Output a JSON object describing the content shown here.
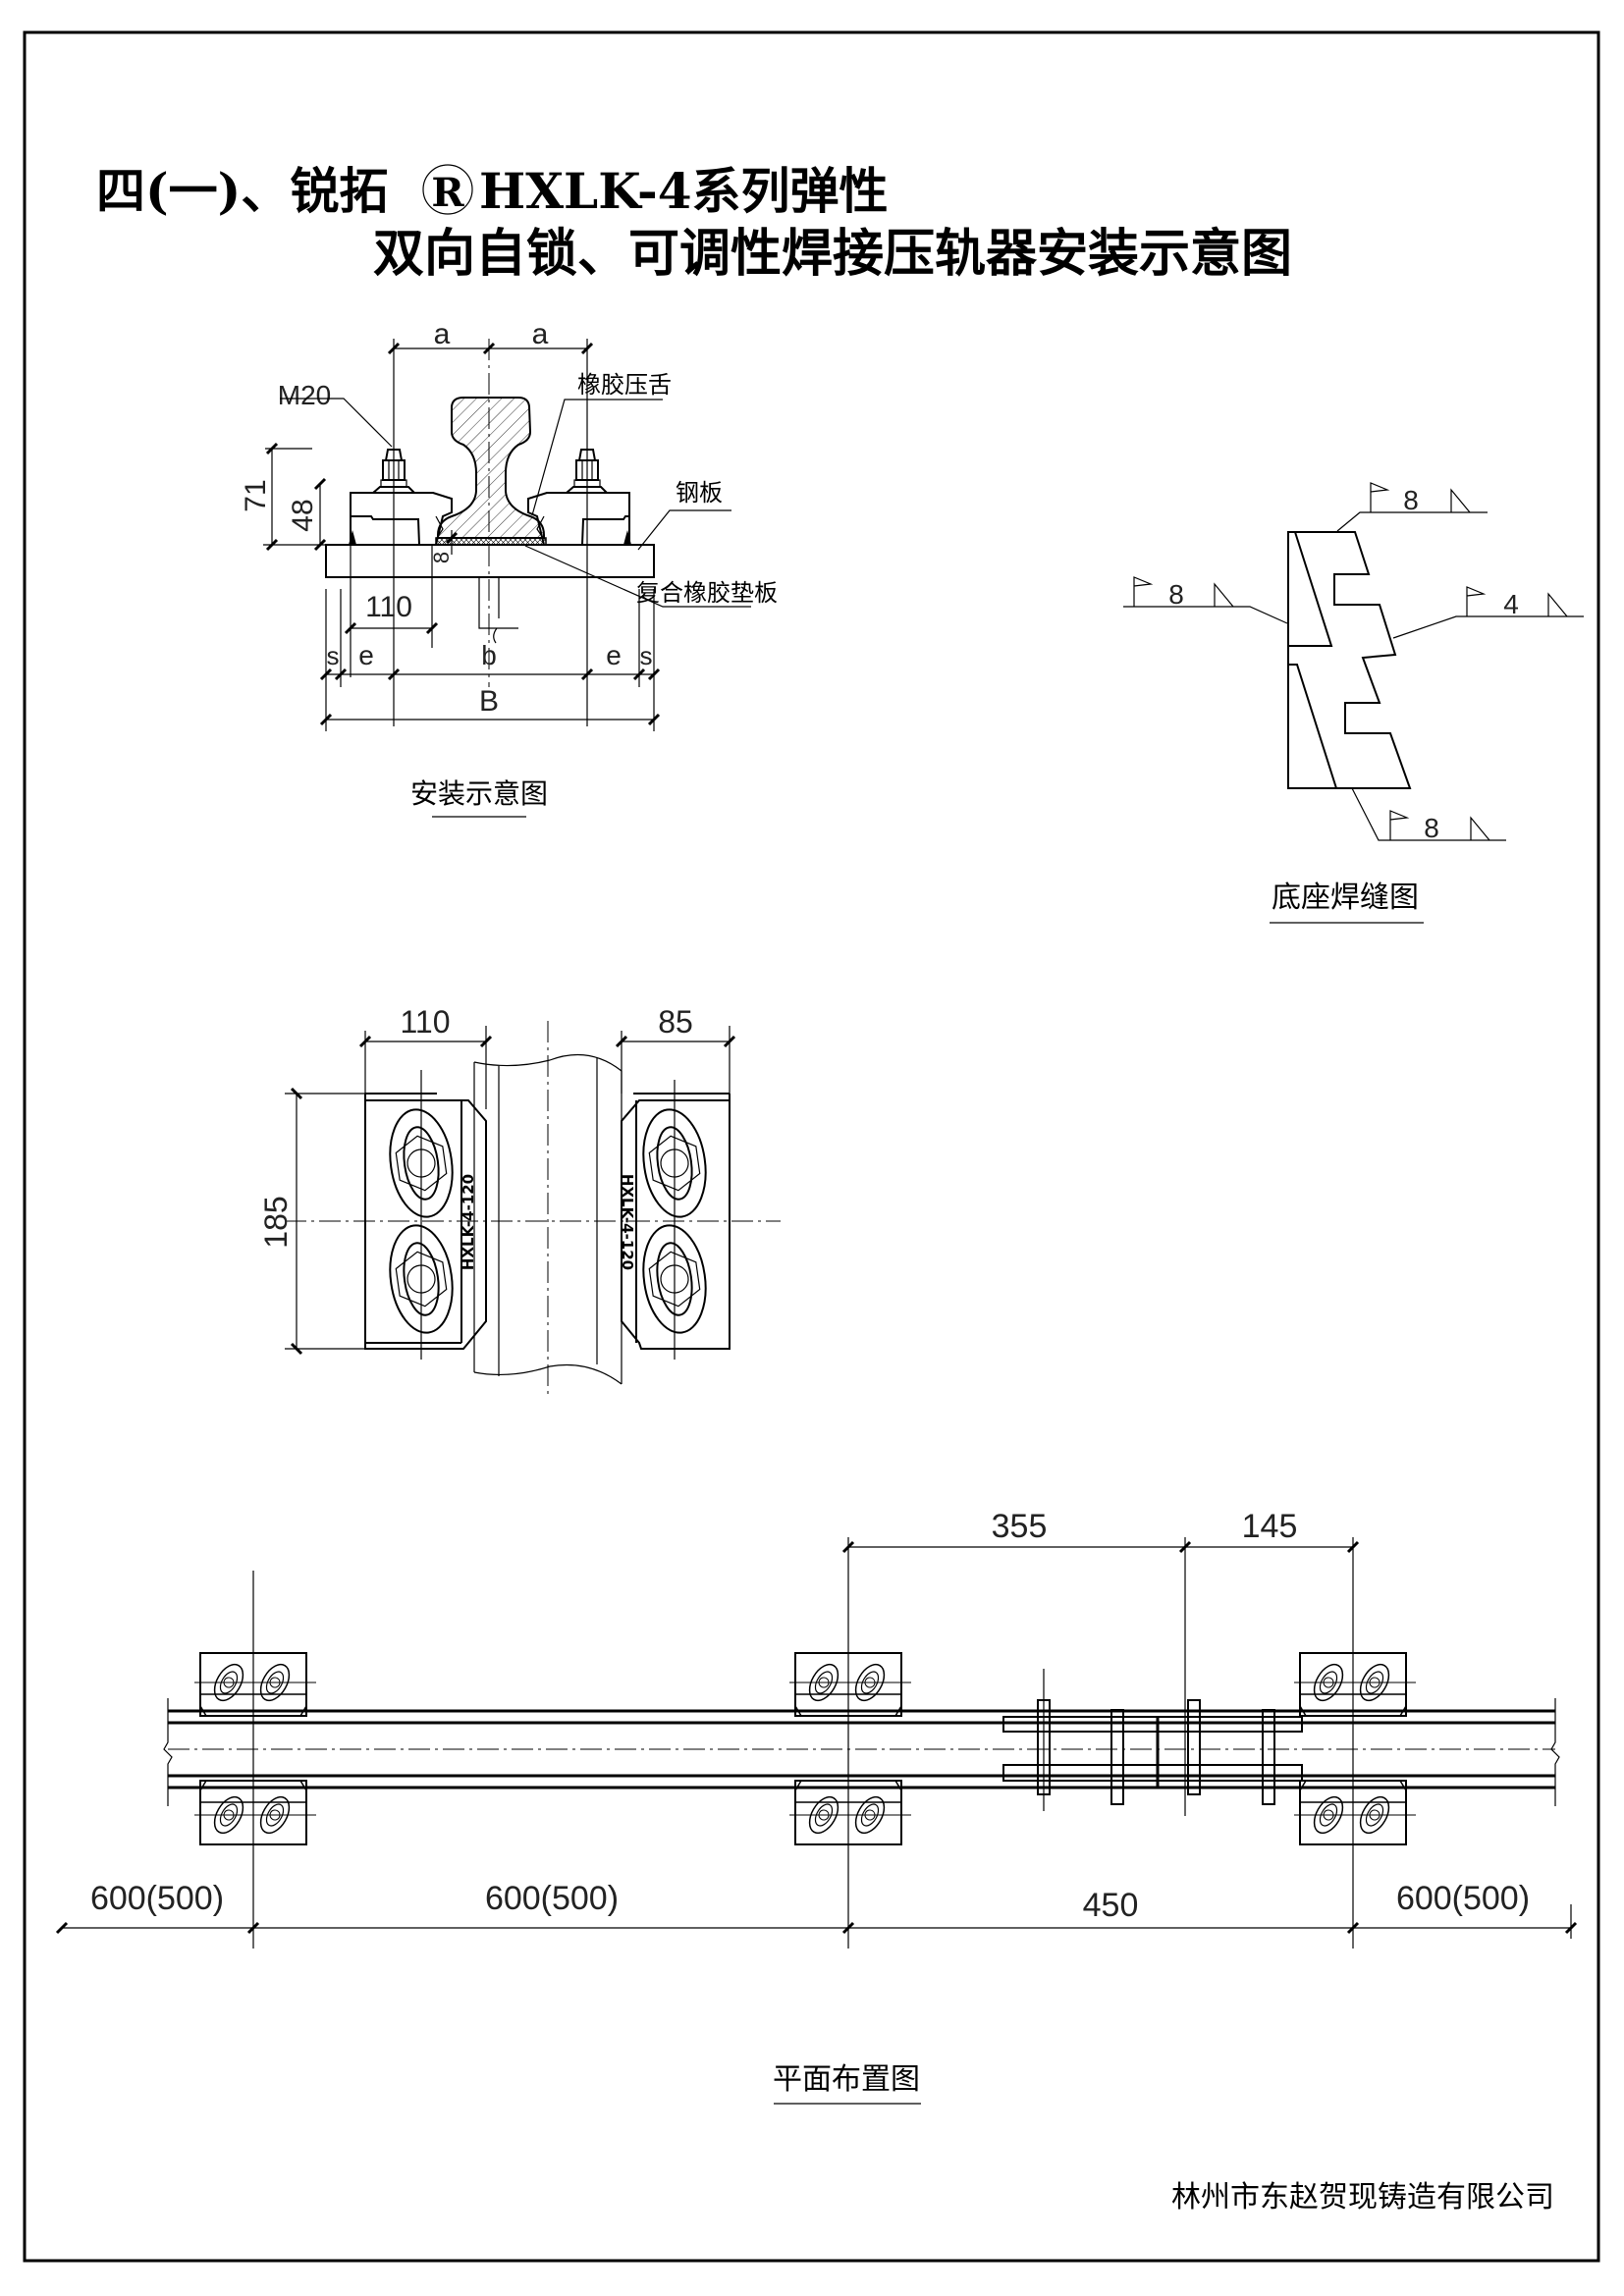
{
  "title": {
    "line1_prefix": "四(一)、锐拓",
    "registered_mark": "R",
    "line1_suffix": "HXLK-4系列弹性",
    "line2": "双向自锁、可调性焊接压轨器安装示意图"
  },
  "install_view": {
    "caption": "安装示意图",
    "bolt_label": "M20",
    "rubber_tongue_label": "橡胶压舌",
    "steel_plate_label": "钢板",
    "composite_pad_label": "复合橡胶垫板",
    "dim_a_left": "a",
    "dim_a_right": "a",
    "dim_71": "71",
    "dim_48": "48",
    "dim_8": "8",
    "dim_110": "110",
    "dim_s_left": "s",
    "dim_e_left": "e",
    "dim_b": "b",
    "dim_e_right": "e",
    "dim_s_right": "s",
    "dim_B": "B"
  },
  "weld_view": {
    "caption": "底座焊缝图",
    "weld_top": "8",
    "weld_left": "8",
    "weld_right": "4",
    "weld_bottom": "8"
  },
  "top_view": {
    "dim_110": "110",
    "dim_85": "85",
    "dim_185": "185",
    "model_left": "HXLK-4-120",
    "model_right": "HXLK-4-120"
  },
  "plan_view": {
    "caption": "平面布置图",
    "dim_355": "355",
    "dim_145": "145",
    "spacing_1": "600(500)",
    "spacing_2": "600(500)",
    "spacing_3": "450",
    "spacing_4": "600(500)"
  },
  "company": "林州市东赵贺现铸造有限公司"
}
